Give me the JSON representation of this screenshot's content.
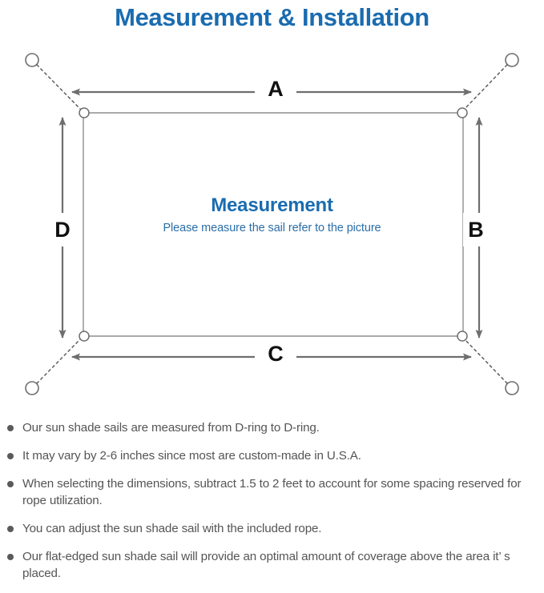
{
  "header": {
    "title": "Measurement & Installation"
  },
  "diagram": {
    "name": "sun-shade-sail-measurement-diagram",
    "center_caption": {
      "heading": "Measurement",
      "subtext": "Please measure the sail refer to the picture"
    },
    "dimension_labels": {
      "top": "A",
      "right": "B",
      "bottom": "C",
      "left": "D"
    },
    "colors": {
      "title_blue": "#1a6cb0",
      "caption_blue": "#2b6ea8",
      "line_gray": "#6e6e6e",
      "sail_edge_gray": "#8a8a8a",
      "label_black": "#111111",
      "note_gray": "#555555",
      "bullet_gray": "#5a5a5a",
      "background": "#ffffff"
    },
    "elements": {
      "anchor_point": "anchor-ring-circle",
      "sail_corner": "d-ring-circle",
      "tether": "dotted-rope-line",
      "dimension_arrow": "double-headed-arrow"
    }
  },
  "notes": [
    "Our sun shade sails are measured from D-ring to D-ring.",
    "It may vary by 2-6 inches since most are custom-made in U.S.A.",
    "When selecting the dimensions, subtract 1.5 to 2 feet to account for some spacing reserved for rope utilization.",
    "You can adjust the sun shade sail with the included rope.",
    "Our flat-edged sun shade sail will provide an optimal amount of coverage above the area it’ s placed."
  ]
}
